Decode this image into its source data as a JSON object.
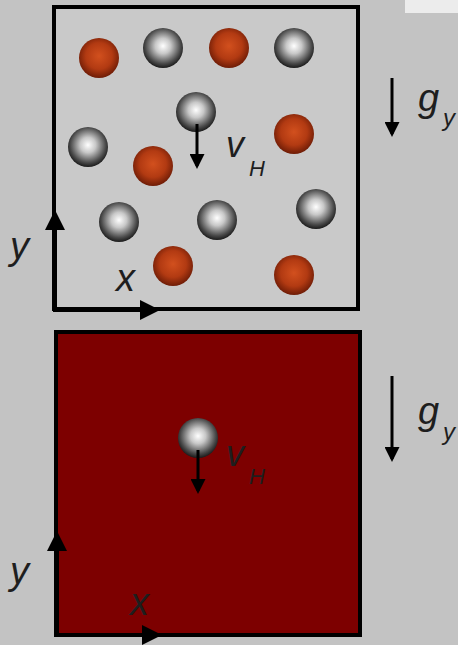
{
  "diagram": {
    "labels": [
      "g",
      "y",
      "v",
      "H",
      "y",
      "x",
      "g",
      "y",
      "v",
      "H",
      "y",
      "x"
    ]
  }
}
